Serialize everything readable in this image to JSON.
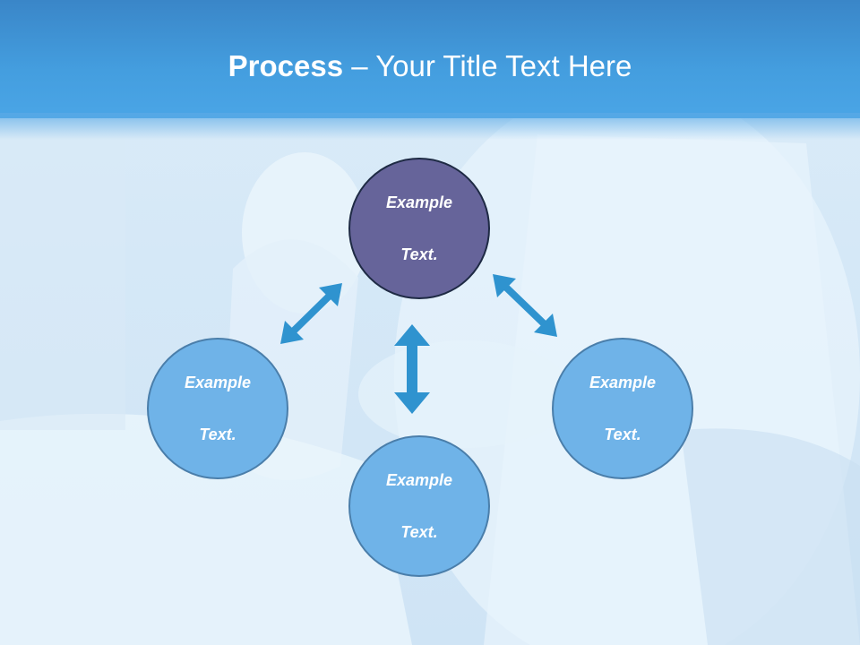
{
  "title": {
    "bold": "Process",
    "rest": " – Your Title Text Here"
  },
  "nodes": {
    "top": {
      "line1": "Example",
      "line2": "Text."
    },
    "left": {
      "line1": "Example",
      "line2": "Text."
    },
    "right": {
      "line1": "Example",
      "line2": "Text."
    },
    "bottom": {
      "line1": "Example",
      "line2": "Text."
    }
  },
  "colors": {
    "header": "#449edf",
    "top_node": "#66649a",
    "node": "#6fb3e8",
    "arrow": "#2f93cf"
  }
}
